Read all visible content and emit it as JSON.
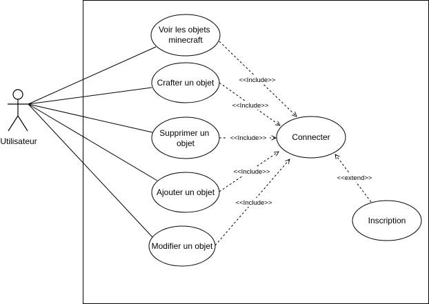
{
  "actor": {
    "label": "Utilisateur",
    "icon": "stick-figure-icon"
  },
  "use_cases": {
    "voir": [
      "Voir les objets",
      "minecraft"
    ],
    "crafter": [
      "Crafter un objet"
    ],
    "supprimer": [
      "Supprimer un",
      "objet"
    ],
    "ajouter": [
      "Ajouter un objet"
    ],
    "modifier": [
      "Modifier un objet"
    ],
    "connecter": [
      "Connecter"
    ],
    "inscription": [
      "Inscription"
    ]
  },
  "relations": {
    "include_1": "<<Include>>",
    "include_2": "<<Include>>",
    "include_3": "<<Include>>",
    "include_4": "<<Include>>",
    "include_5": "<<Include>>",
    "extend_1": "<<extend>>"
  },
  "colors": {
    "stroke": "#000000",
    "background": "#ffffff"
  }
}
